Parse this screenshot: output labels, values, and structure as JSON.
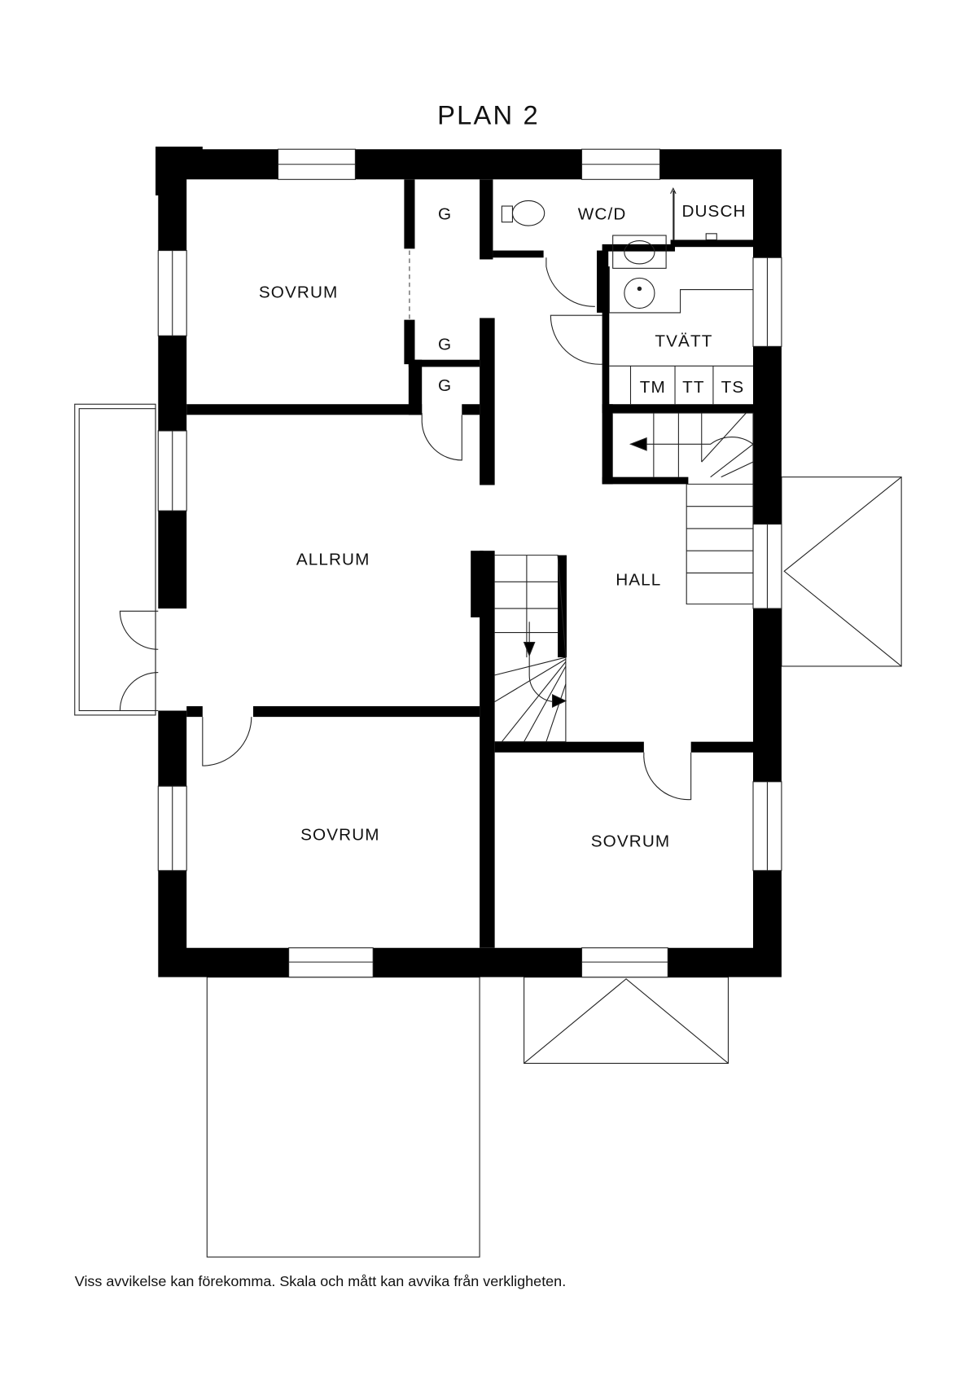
{
  "title": "PLAN 2",
  "rooms": {
    "sovrum_top_left": "SOVRUM",
    "g1": "G",
    "g2": "G",
    "g3": "G",
    "wc": "WC/D",
    "dusch": "DUSCH",
    "tvatt": "TVÄTT",
    "tm": "TM",
    "tt": "TT",
    "ts": "TS",
    "allrum": "ALLRUM",
    "hall": "HALL",
    "sovrum_bottom_left": "SOVRUM",
    "sovrum_bottom_right": "SOVRUM"
  },
  "disclaimer": "Viss avvikelse kan förekomma. Skala och mått kan avvika från verkligheten."
}
